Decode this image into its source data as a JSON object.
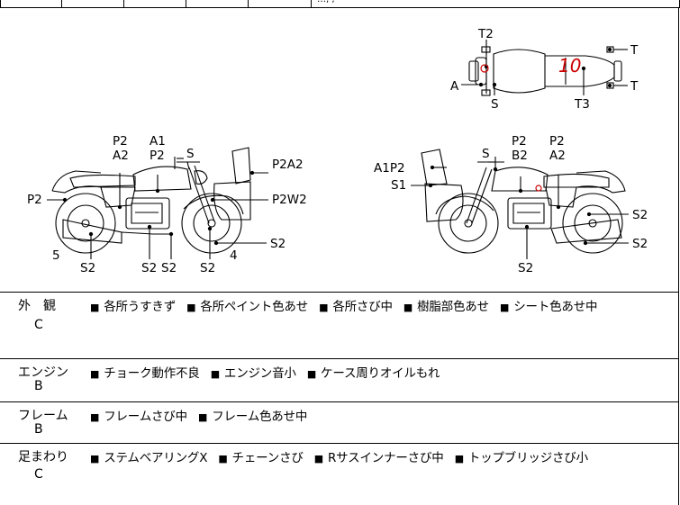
{
  "header_cells": [
    "",
    "",
    "",
    "",
    "",
    "…, ,"
  ],
  "diagram": {
    "top_view": {
      "labels": [
        "T2",
        "A",
        "S",
        "T",
        "T",
        "T3"
      ],
      "annotation": "10"
    },
    "left_view": {
      "labels": [
        "P2",
        "A2",
        "A1",
        "P2",
        "S",
        "P2A2",
        "P2",
        "P2W2",
        "S2",
        "5",
        "S2",
        "S2",
        "S2",
        "S2",
        "4"
      ]
    },
    "right_view": {
      "labels": [
        "A1P2",
        "S1",
        "S",
        "P2",
        "B2",
        "P2",
        "A2",
        "S2",
        "S2",
        "S2"
      ]
    },
    "colors": {
      "line": "#000000",
      "annotation": "#cc0000"
    }
  },
  "rows": [
    {
      "category": "外　観",
      "grade": "C",
      "items": [
        "各所うすきず",
        "各所ペイント色あせ",
        "各所さび中",
        "樹脂部色あせ",
        "シート色あせ中"
      ]
    },
    {
      "category": "エンジン",
      "grade": "B",
      "items": [
        "チョーク動作不良",
        "エンジン音小",
        "ケース周りオイルもれ"
      ]
    },
    {
      "category": "フレーム",
      "grade": "B",
      "items": [
        "フレームさび中",
        "フレーム色あせ中"
      ]
    },
    {
      "category": "足まわり",
      "grade": "C",
      "items": [
        "ステムベアリングX",
        "チェーンさび",
        "Rサスインナーさび中",
        "トップブリッジさび小"
      ]
    }
  ],
  "bullet_glyph": "■"
}
